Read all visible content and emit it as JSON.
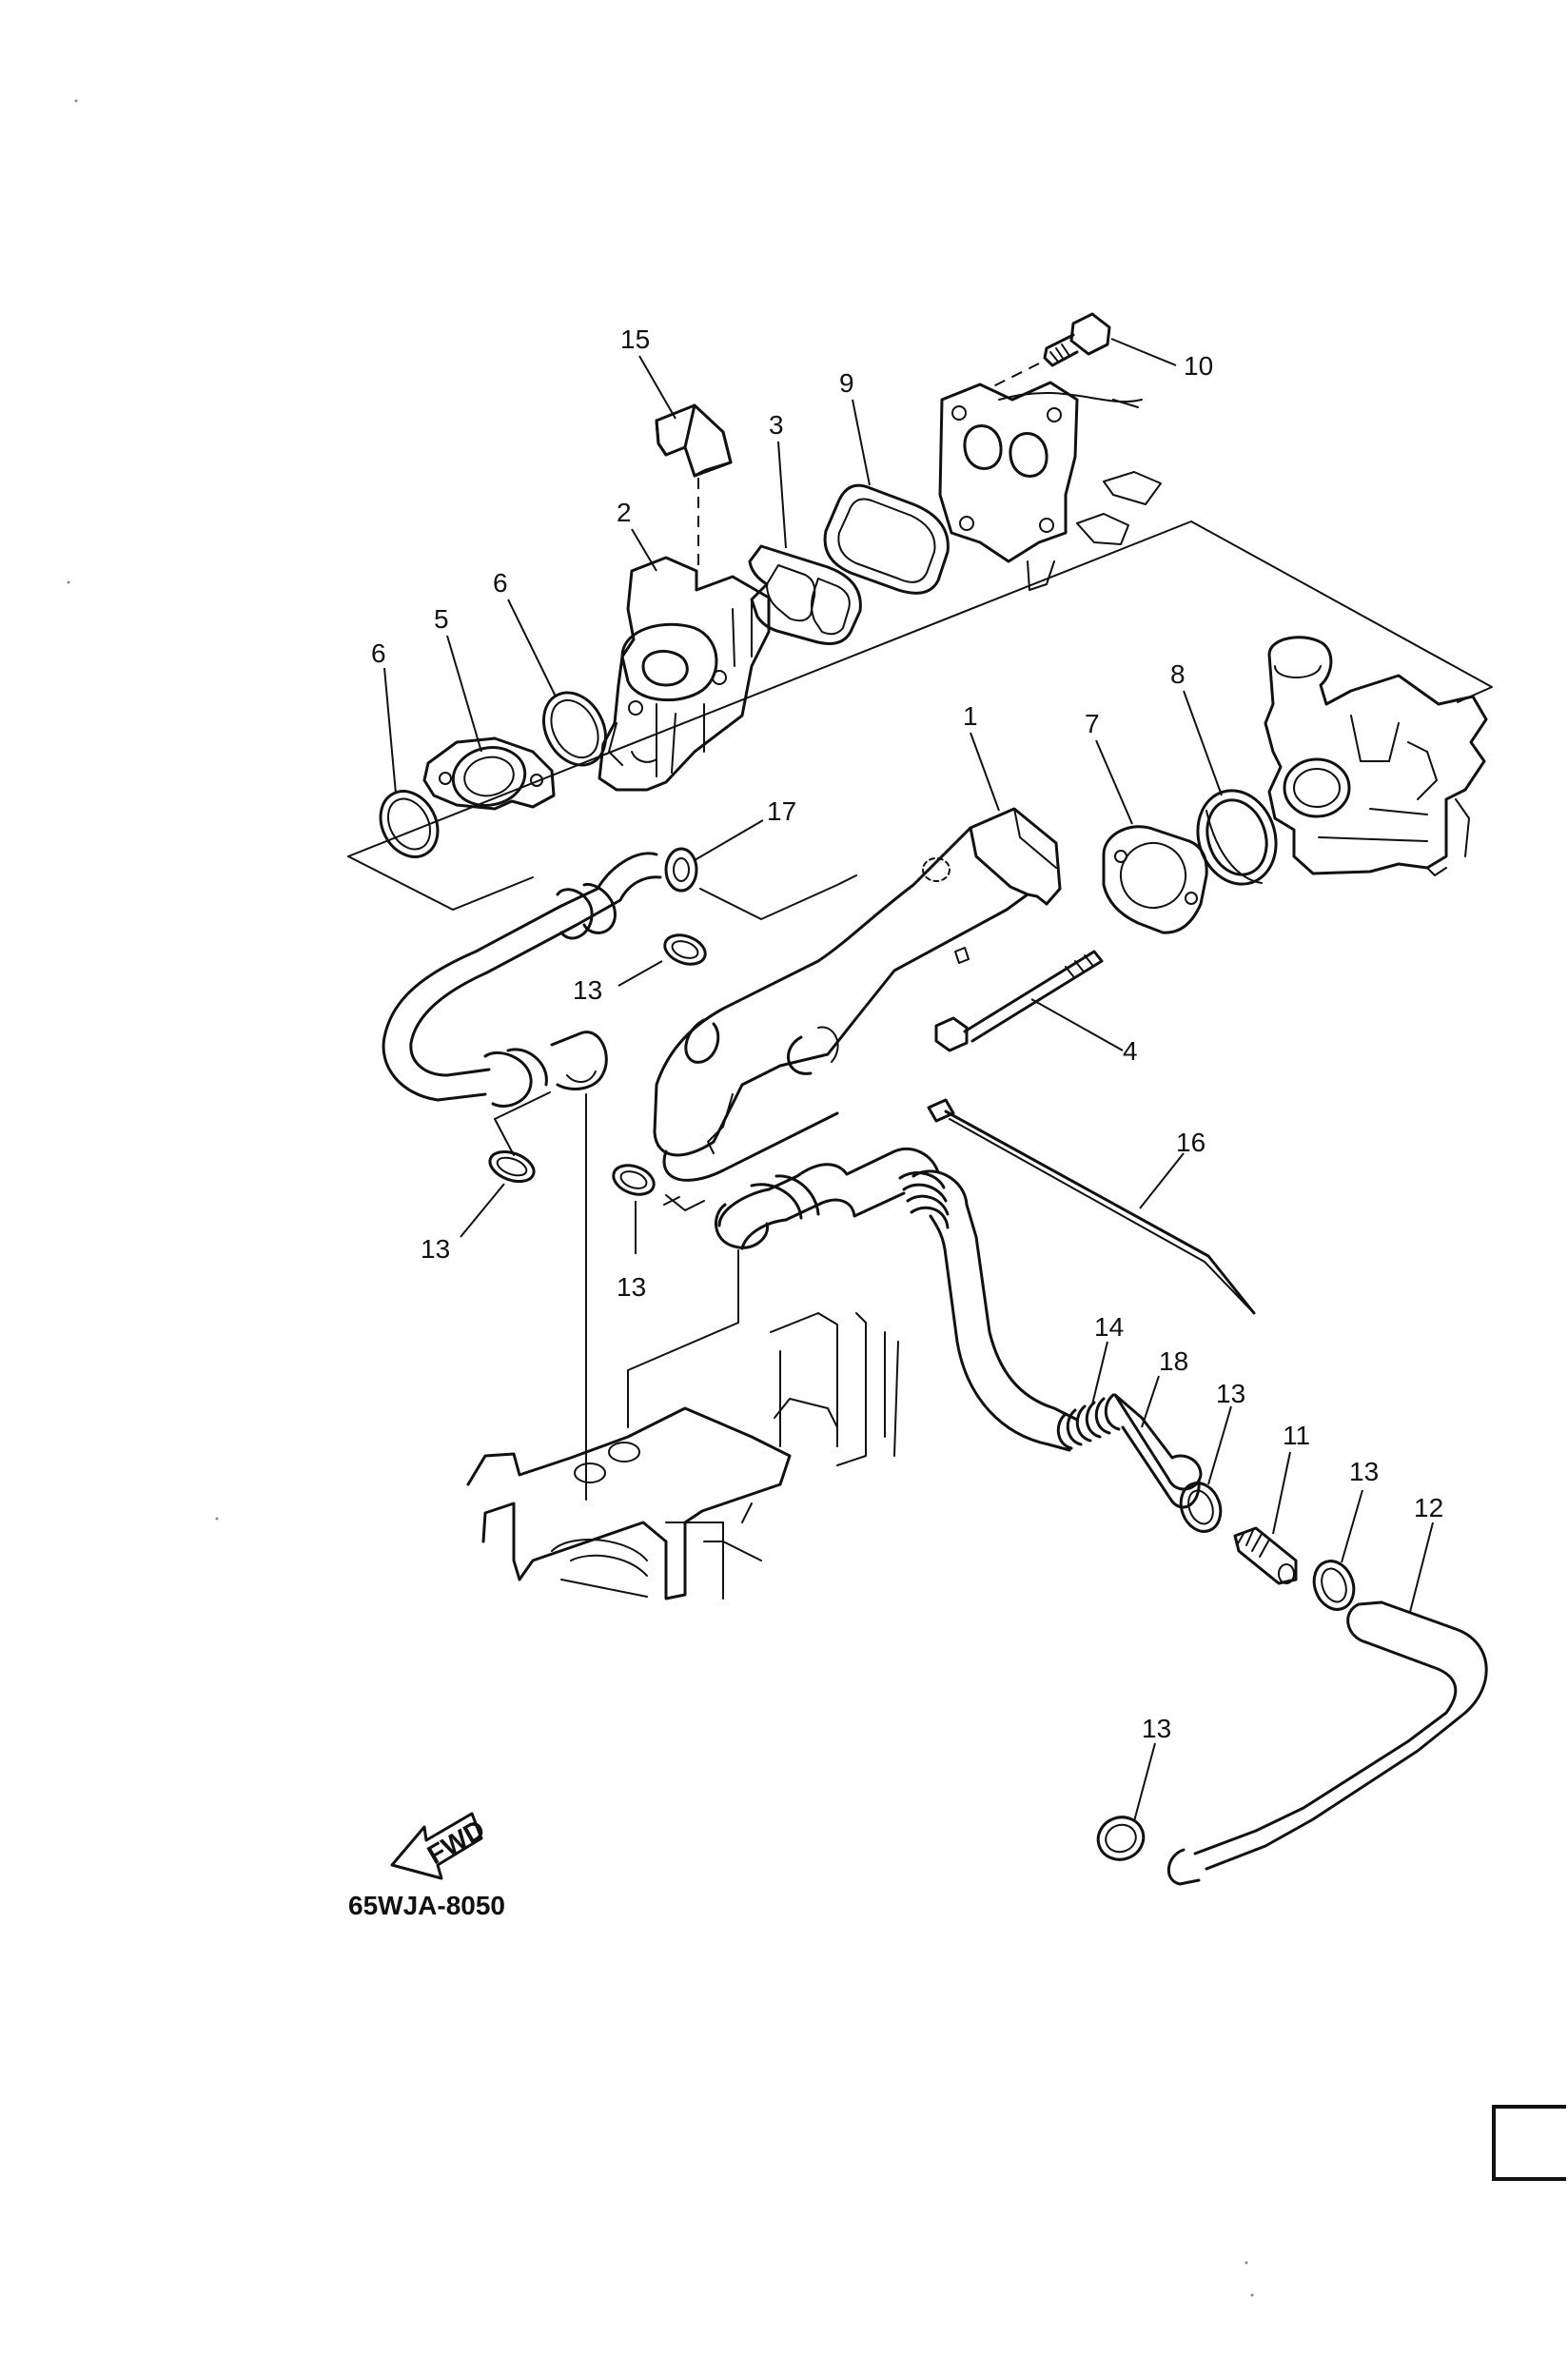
{
  "diagram": {
    "code": "65WJA-8050",
    "fwd_label": "FWD",
    "parts": {
      "p1": "1",
      "p2": "2",
      "p3": "3",
      "p4": "4",
      "p5": "5",
      "p6a": "6",
      "p6b": "6",
      "p7": "7",
      "p8": "8",
      "p9": "9",
      "p10": "10",
      "p11": "11",
      "p12": "12",
      "p13a": "13",
      "p13b": "13",
      "p13c": "13",
      "p13d": "13",
      "p13e": "13",
      "p13f": "13",
      "p14": "14",
      "p15": "15",
      "p16": "16",
      "p17": "17",
      "p18": "18"
    }
  }
}
